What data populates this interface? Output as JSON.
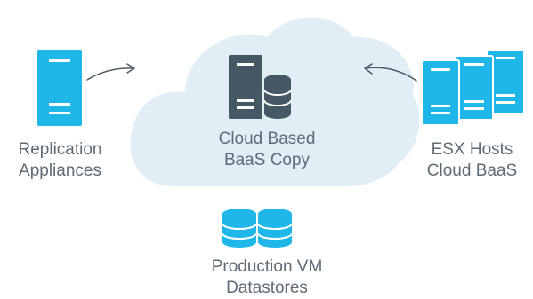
{
  "labels": {
    "replication_line1": "Replication",
    "replication_line2": "Appliances",
    "cloud_line1": "Cloud Based",
    "cloud_line2": "BaaS Copy",
    "esx_line1": "ESX Hosts",
    "esx_line2": "Cloud BaaS",
    "datastores_line1": "Production VM",
    "datastores_line2": "Datastores"
  },
  "colors": {
    "cloud_fill": "#e2eef6",
    "server_blue": "#1fb7ea",
    "server_dark": "#475865",
    "server_line": "#ffffff",
    "arrow": "#4d5a64",
    "text": "#5f6b75"
  },
  "icons": [
    "cloud-icon",
    "server-icon",
    "database-icon",
    "arrow-icon"
  ]
}
